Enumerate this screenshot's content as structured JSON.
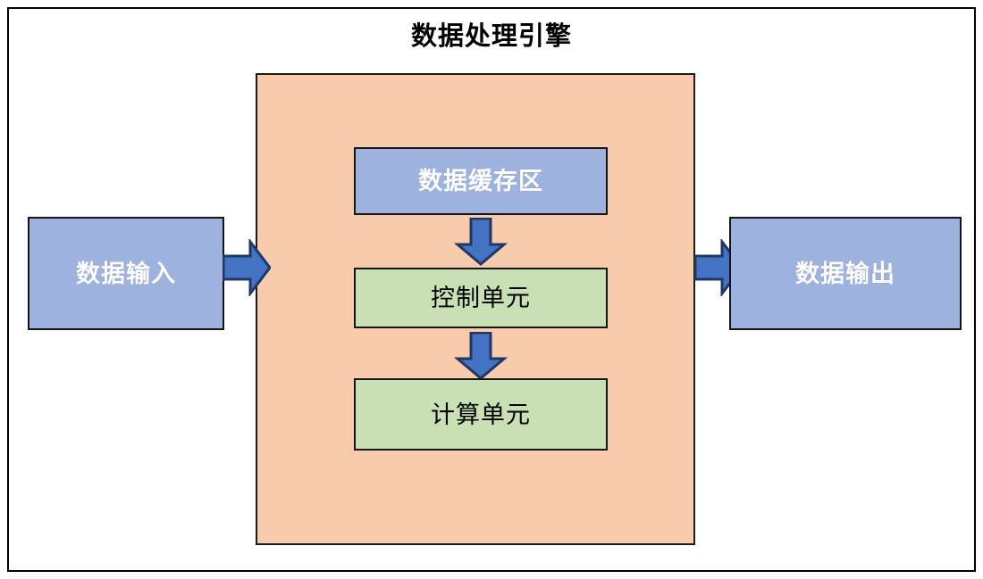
{
  "diagram": {
    "title": "数据处理引擎",
    "colors": {
      "engine_fill": "#F8CBAD",
      "blue_fill": "#9DB2DF",
      "green_fill": "#C9E0B4",
      "arrow_fill": "#4472C4",
      "arrow_stroke": "#1F3864",
      "box_stroke": "#151515",
      "page_background": "#FFFFFF",
      "blue_text": "#FFFFFF",
      "green_text": "#000000",
      "title_text": "#000000"
    },
    "nodes": {
      "input": {
        "label": "数据输入",
        "style": "blue"
      },
      "output": {
        "label": "数据输出",
        "style": "blue"
      },
      "buffer": {
        "label": "数据缓存区",
        "style": "blue"
      },
      "control": {
        "label": "控制单元",
        "style": "green"
      },
      "compute": {
        "label": "计算单元",
        "style": "green"
      }
    },
    "connectors": [
      {
        "name": "input-to-engine",
        "direction": "right",
        "icon": "arrow-right-icon"
      },
      {
        "name": "engine-to-output",
        "direction": "right",
        "icon": "arrow-right-icon"
      },
      {
        "name": "buffer-to-control",
        "direction": "down",
        "icon": "arrow-down-icon"
      },
      {
        "name": "control-to-compute",
        "direction": "down",
        "icon": "arrow-down-icon"
      }
    ]
  }
}
